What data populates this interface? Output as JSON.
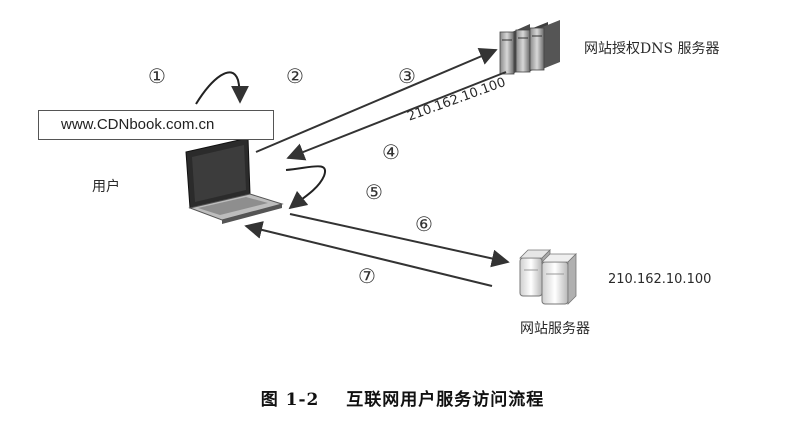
{
  "dns_server": {
    "label": "网站授权DNS 服务器",
    "icon": "dns-server-icon"
  },
  "web_server": {
    "label": "网站服务器",
    "ip": "210.162.10.100",
    "icon": "web-server-icon"
  },
  "user": {
    "label": "用户",
    "url": "www.CDNbook.com.cn",
    "icon": "laptop-icon"
  },
  "dns_reply_ip": "210.162.10.100",
  "steps": [
    "①",
    "②",
    "③",
    "④",
    "⑤",
    "⑥",
    "⑦"
  ],
  "caption": {
    "number": "图 1-2",
    "title": "互联网用户服务访问流程"
  }
}
